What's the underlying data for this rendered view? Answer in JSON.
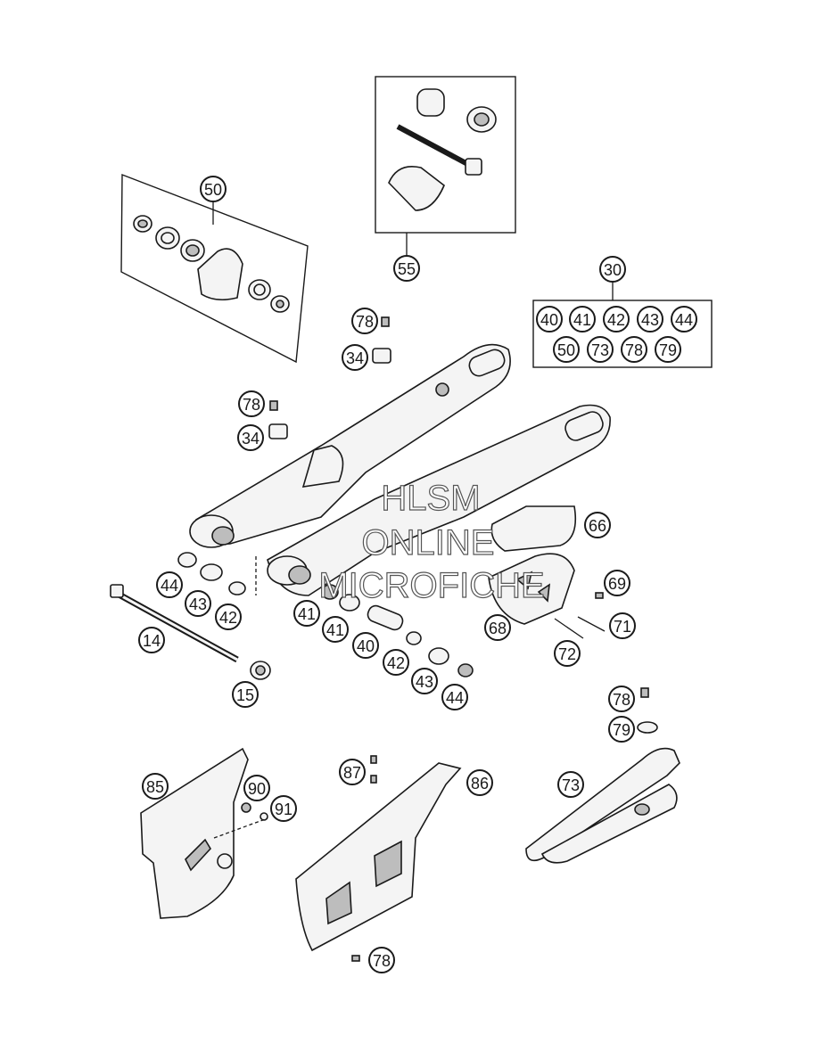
{
  "diagram": {
    "callouts": [
      {
        "id": "c50",
        "label": "50"
      },
      {
        "id": "c55",
        "label": "55"
      },
      {
        "id": "c30",
        "label": "30"
      },
      {
        "id": "k40",
        "label": "40"
      },
      {
        "id": "k41",
        "label": "41"
      },
      {
        "id": "k42",
        "label": "42"
      },
      {
        "id": "k43",
        "label": "43"
      },
      {
        "id": "k44",
        "label": "44"
      },
      {
        "id": "k50",
        "label": "50"
      },
      {
        "id": "k73",
        "label": "73"
      },
      {
        "id": "k78",
        "label": "78"
      },
      {
        "id": "k79",
        "label": "79"
      },
      {
        "id": "c78a",
        "label": "78"
      },
      {
        "id": "c34a",
        "label": "34"
      },
      {
        "id": "c78b",
        "label": "78"
      },
      {
        "id": "c34b",
        "label": "34"
      },
      {
        "id": "c66",
        "label": "66"
      },
      {
        "id": "c69",
        "label": "69"
      },
      {
        "id": "c68",
        "label": "68"
      },
      {
        "id": "c71",
        "label": "71"
      },
      {
        "id": "c72",
        "label": "72"
      },
      {
        "id": "c44a",
        "label": "44"
      },
      {
        "id": "c43a",
        "label": "43"
      },
      {
        "id": "c42a",
        "label": "42"
      },
      {
        "id": "c14",
        "label": "14"
      },
      {
        "id": "c15",
        "label": "15"
      },
      {
        "id": "c41a",
        "label": "41"
      },
      {
        "id": "c41b",
        "label": "41"
      },
      {
        "id": "c40",
        "label": "40"
      },
      {
        "id": "c42b",
        "label": "42"
      },
      {
        "id": "c43b",
        "label": "43"
      },
      {
        "id": "c44b",
        "label": "44"
      },
      {
        "id": "c78c",
        "label": "78"
      },
      {
        "id": "c79",
        "label": "79"
      },
      {
        "id": "c73",
        "label": "73"
      },
      {
        "id": "c85",
        "label": "85"
      },
      {
        "id": "c90",
        "label": "90"
      },
      {
        "id": "c91",
        "label": "91"
      },
      {
        "id": "c87",
        "label": "87"
      },
      {
        "id": "c86",
        "label": "86"
      },
      {
        "id": "c78d",
        "label": "78"
      }
    ]
  },
  "watermark": {
    "line1": "HLSM",
    "line2": "ONLINE",
    "line3": "MICROFICHE"
  }
}
